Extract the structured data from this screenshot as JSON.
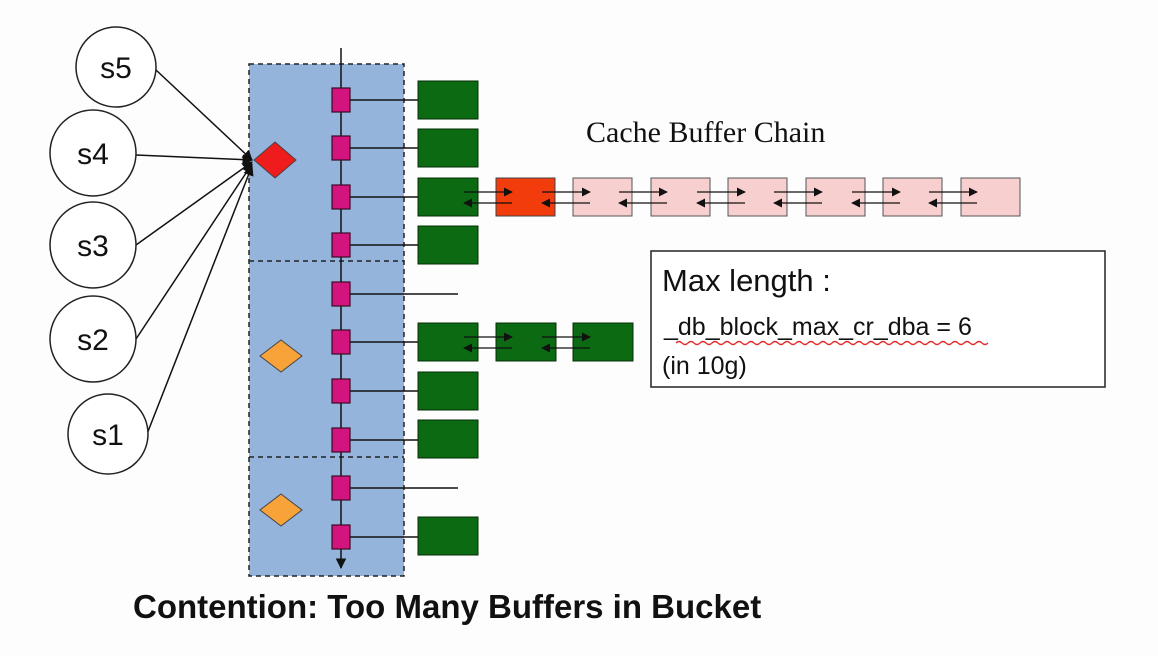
{
  "sessions": [
    "s5",
    "s4",
    "s3",
    "s2",
    "s1"
  ],
  "chain_title": "Cache Buffer Chain",
  "info_box": {
    "heading": "Max length :",
    "parameter": "_db_block_max_cr_dba = 6",
    "version": "(in 10g)"
  },
  "caption": "Contention: Too Many Buffers in Bucket",
  "colors": {
    "bucket_fill": "#94b4dc",
    "latch_red": "#ee1c1c",
    "latch_orange": "#f7a33a",
    "buffer_header": "#d4147e",
    "buffer_green": "#0b6a12",
    "chain_highlight": "#f23c0c",
    "chain_buffer": "#f8cfcf"
  }
}
